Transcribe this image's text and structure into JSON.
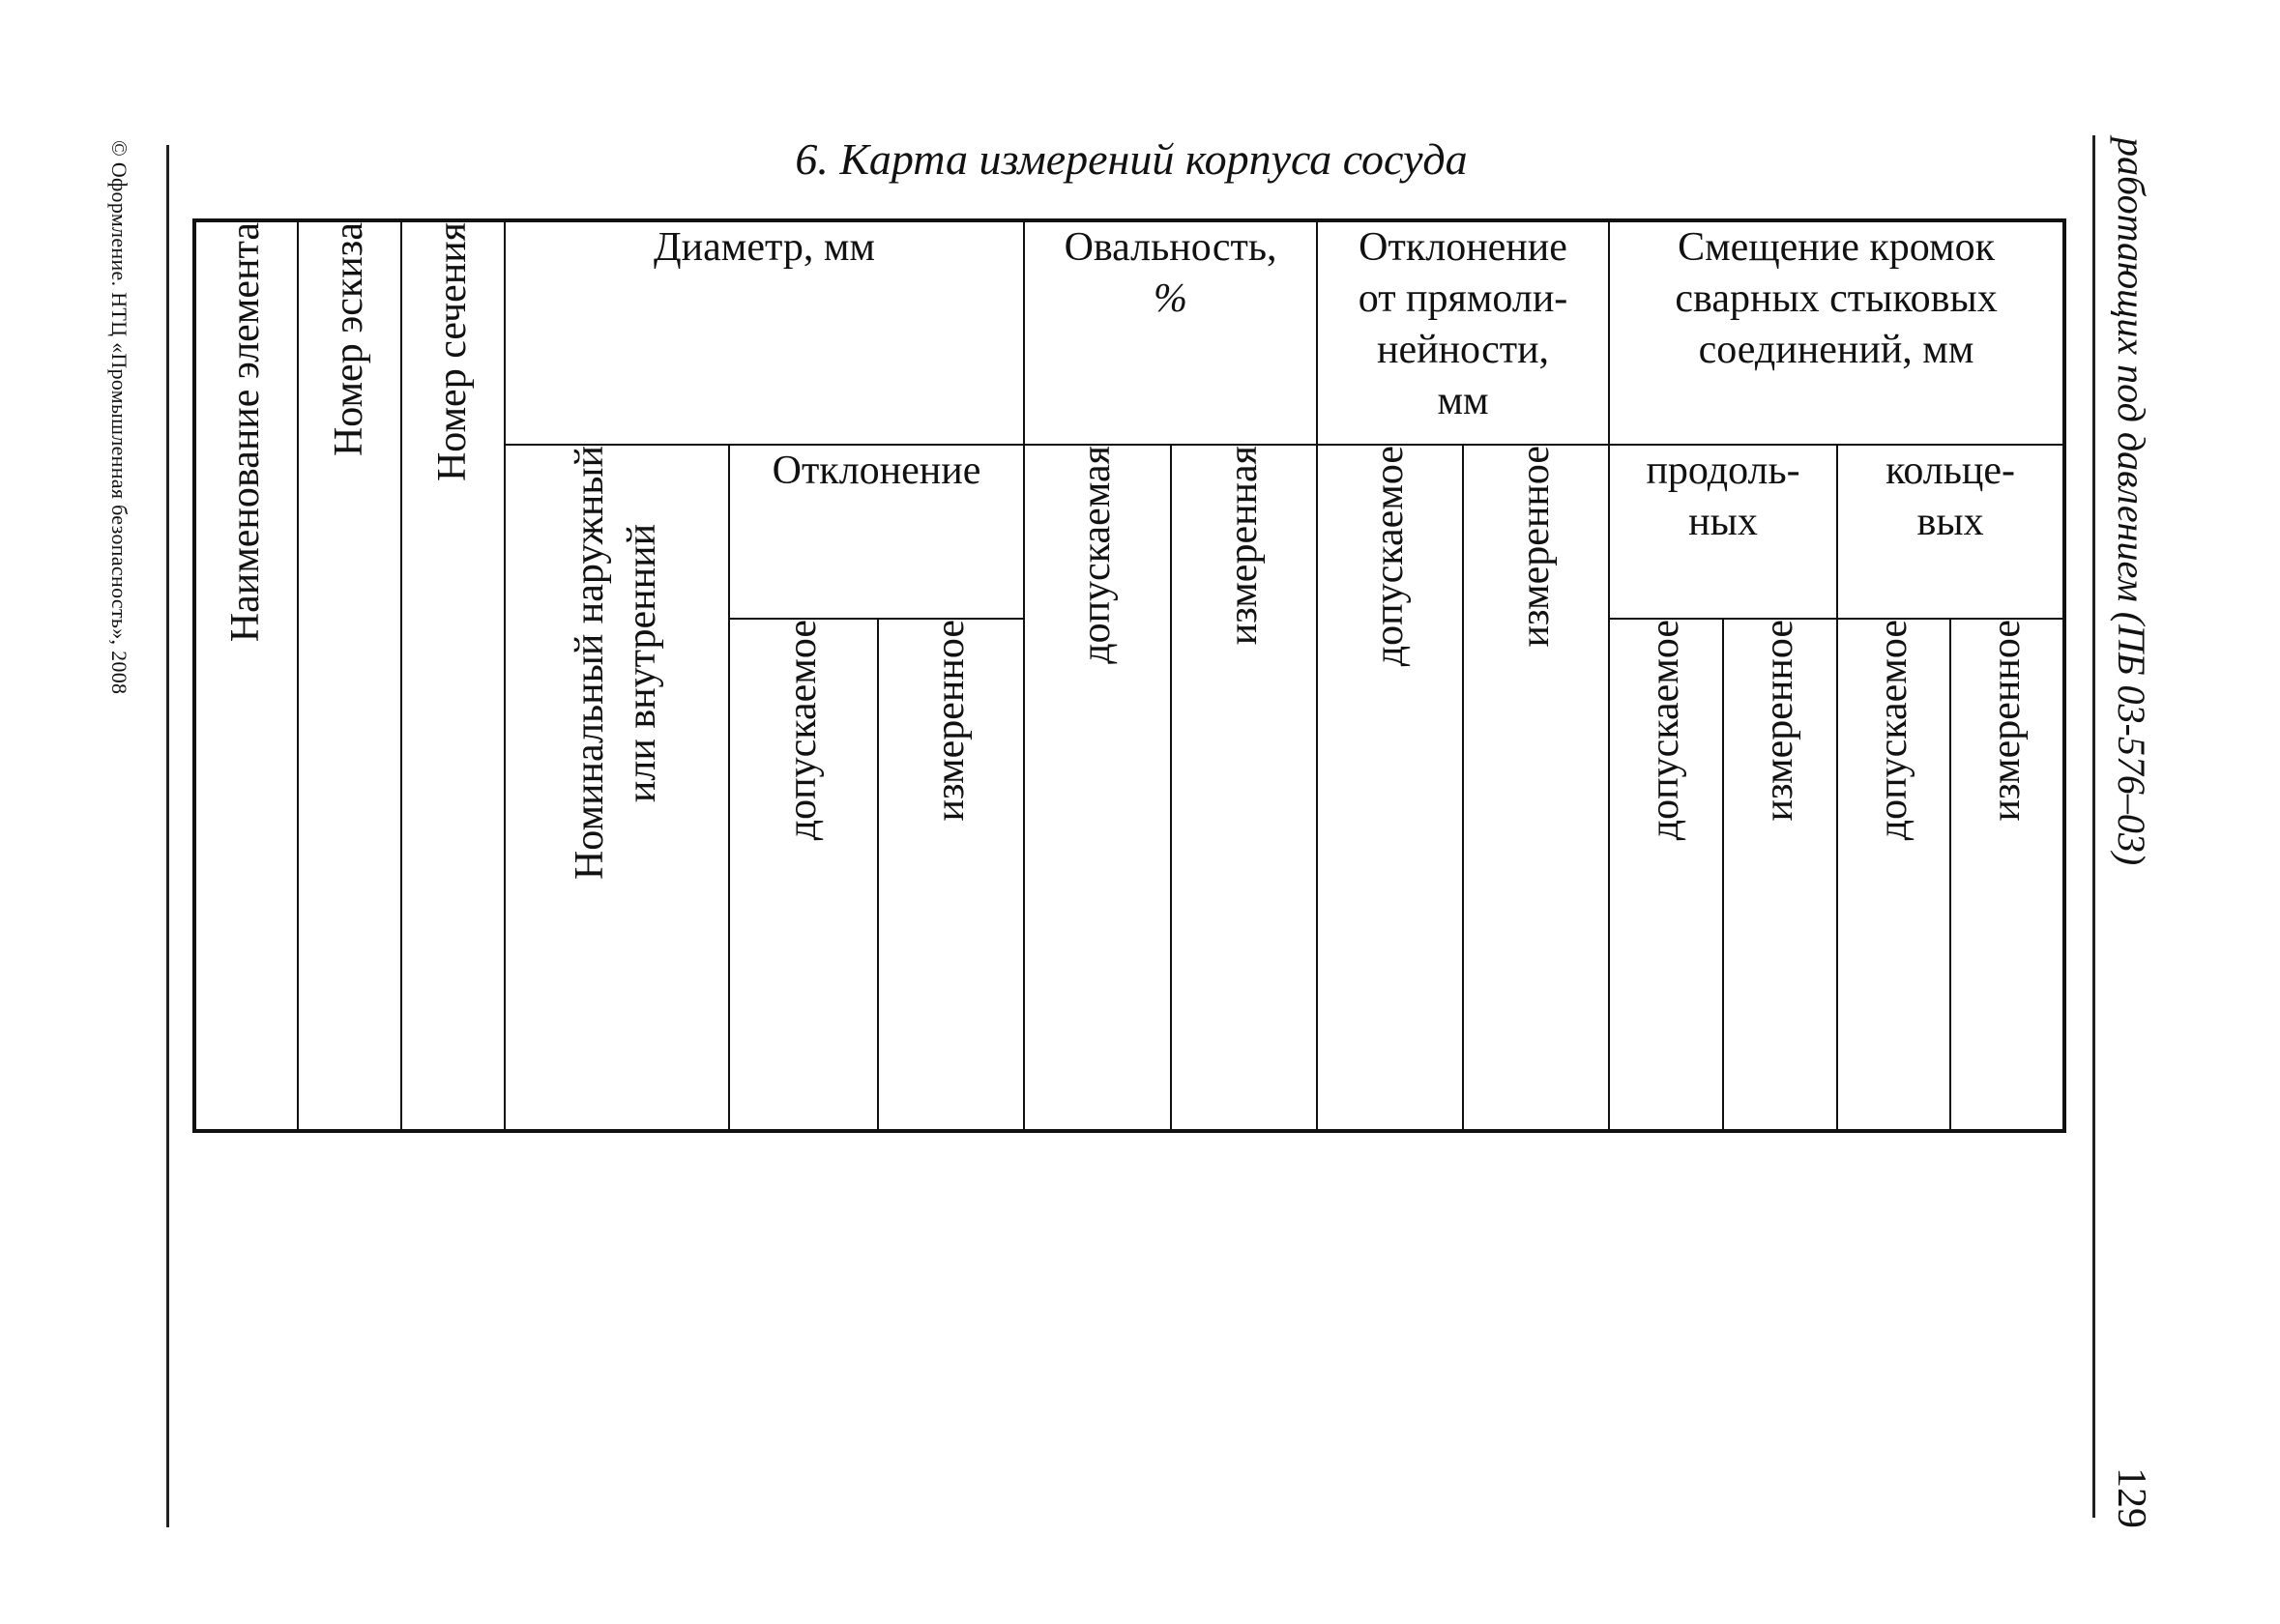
{
  "copyright": "© Оформление. НТЦ «Промышленная безопасность», 2008",
  "running_head": "работающих под давлением (ПБ 03-576–03)",
  "page_number": "129",
  "table_title": "6. Карта измерений корпуса сосуда",
  "table": {
    "element_name": "Наименование элемента",
    "sketch_number": "Номер эскиза",
    "section_number": "Номер сечения",
    "diameter": {
      "header": "Диаметр, мм",
      "nominal_line1": "Номинальный наружный",
      "nominal_line2": "или внутренний",
      "deviation": "Отклонение",
      "permissible": "допускаемое",
      "measured": "измеренное"
    },
    "ovality": {
      "header_line1": "Овальность,",
      "header_line2": "%",
      "permissible": "допускаемая",
      "measured": "измеренная"
    },
    "straightness": {
      "header_line1": "Отклонение",
      "header_line2": "от прямоли-",
      "header_line3": "нейности,",
      "header_line4": "мм",
      "permissible": "допускаемое",
      "measured": "измеренное"
    },
    "edge_offset": {
      "header_line1": "Смещение кромок",
      "header_line2": "сварных стыковых",
      "header_line3": "соединений, мм",
      "longitudinal_line1": "продоль-",
      "longitudinal_line2": "ных",
      "circumferential_line1": "кольце-",
      "circumferential_line2": "вых",
      "long_permissible": "допускаемое",
      "long_measured": "измеренное",
      "circ_permissible": "допускаемое",
      "circ_measured": "измеренное"
    }
  }
}
